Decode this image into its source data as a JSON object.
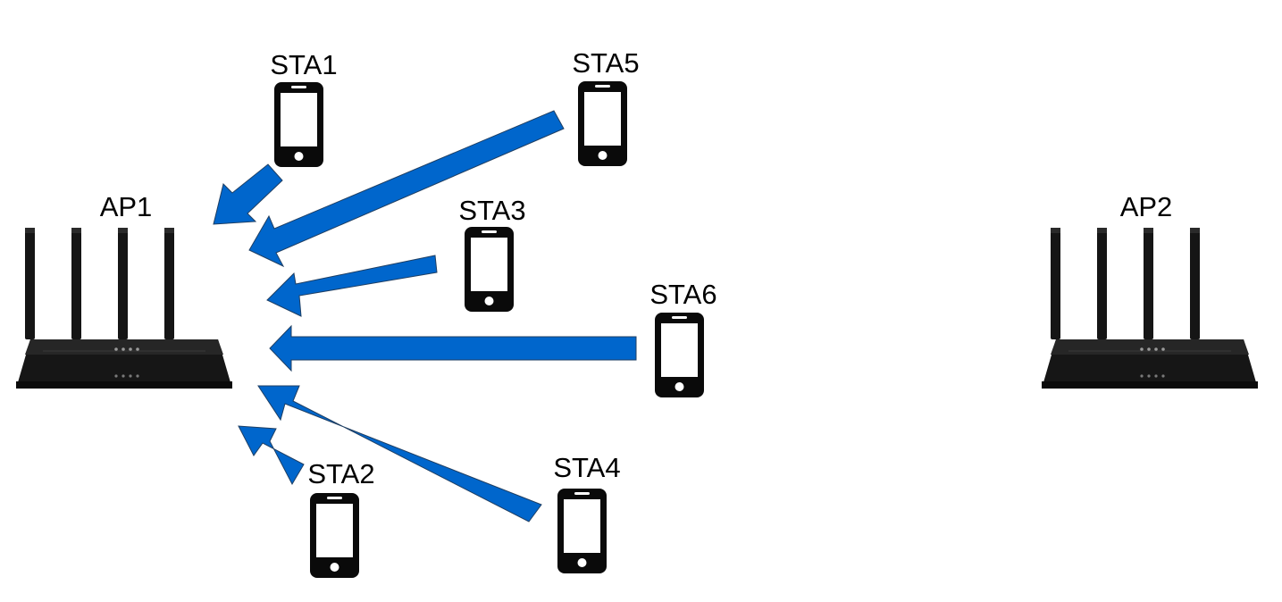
{
  "access_points": [
    {
      "label": "AP1"
    },
    {
      "label": "AP2"
    }
  ],
  "stations": [
    {
      "label": "STA1"
    },
    {
      "label": "STA2"
    },
    {
      "label": "STA3"
    },
    {
      "label": "STA4"
    },
    {
      "label": "STA5"
    },
    {
      "label": "STA6"
    }
  ],
  "colors": {
    "arrow_fill": "#0066CC",
    "arrow_stroke": "#1F3F63",
    "device_body": "#0a0a0a",
    "router_body": "#121212",
    "background": "#FFFFFF"
  },
  "icons": {
    "station": "smartphone-icon",
    "access_point": "router-icon"
  }
}
